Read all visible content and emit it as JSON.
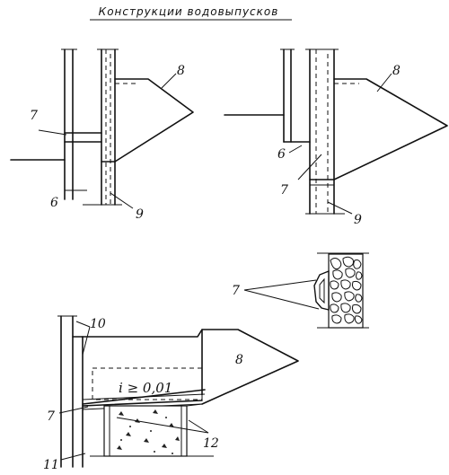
{
  "title": "Конструкции водовыпусков",
  "labels": {
    "n6": "6",
    "n7": "7",
    "n8": "8",
    "n9": "9",
    "n10": "10",
    "n11": "11",
    "n12": "12"
  },
  "slope": "i ≥ 0,01"
}
